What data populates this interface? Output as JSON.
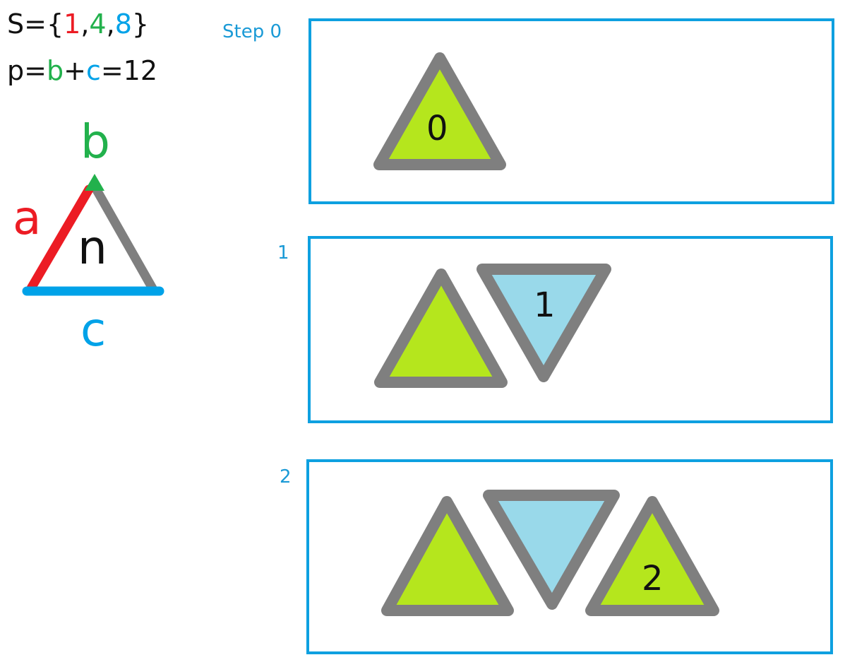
{
  "legend": {
    "set_line": {
      "prefix": "S={",
      "v1": "1",
      "sep1": ",",
      "v2": "4",
      "sep2": ",",
      "v3": "8",
      "suffix": "}"
    },
    "perimeter_line": {
      "prefix": "p=",
      "b": "b",
      "plus": "+",
      "c": "c",
      "suffix": "=12"
    },
    "triangle": {
      "edge_a_label": "a",
      "vertex_b_label": "b",
      "edge_c_label": "c",
      "center_label": "n"
    }
  },
  "steps": [
    {
      "label": "Step  0",
      "tiles": [
        {
          "orientation": "up",
          "fill": "lime",
          "label": "0"
        }
      ]
    },
    {
      "label": "1",
      "tiles": [
        {
          "orientation": "up",
          "fill": "lime",
          "label": ""
        },
        {
          "orientation": "down",
          "fill": "light-blue",
          "label": "1"
        }
      ]
    },
    {
      "label": "2",
      "tiles": [
        {
          "orientation": "up",
          "fill": "lime",
          "label": ""
        },
        {
          "orientation": "down",
          "fill": "light-blue",
          "label": ""
        },
        {
          "orientation": "up",
          "fill": "lime",
          "label": "2"
        }
      ]
    }
  ],
  "colors": {
    "red": "#ec1c24",
    "green": "#22b14c",
    "blue": "#00a2e8",
    "frame": "#0ea0e0",
    "outline": "#7f7f7f",
    "lime": "#b5e61d",
    "light_blue": "#99d9ea"
  }
}
